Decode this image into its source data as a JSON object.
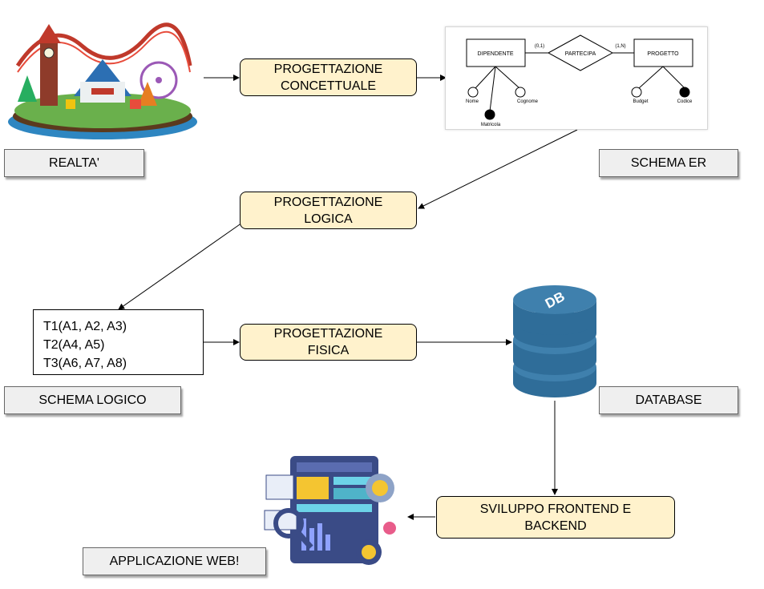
{
  "steps": {
    "conceptual": [
      "PROGETTAZIONE",
      "CONCETTUALE"
    ],
    "logical": [
      "PROGETTAZIONE",
      "LOGICA"
    ],
    "physical": [
      "PROGETTAZIONE",
      "FISICA"
    ],
    "dev": [
      "SVILUPPO FRONTEND E",
      "BACKEND"
    ]
  },
  "labels": {
    "reality": "REALTA'",
    "er_schema": "SCHEMA ER",
    "logical_schema": "SCHEMA LOGICO",
    "database": "DATABASE",
    "web_app": "APPLICAZIONE WEB!"
  },
  "logical_tables": [
    "T1(A1, A2, A3)",
    "T2(A4, A5)",
    "T3(A6, A7, A8)"
  ],
  "er": {
    "entity1": "DIPENDENTE",
    "relation": "PARTECIPA",
    "entity2": "PROGETTO",
    "card1": "(0,1)",
    "card2": "(1,N)",
    "attr_nome": "Nome",
    "attr_cognome": "Cognome",
    "attr_matricola": "Matricola",
    "attr_budget": "Budget",
    "attr_codice": "Codice"
  },
  "db_icon_text": "DB",
  "colors": {
    "step_fill": "#fff2cc",
    "label_fill": "#efefef",
    "db_blue": "#2f6d99"
  }
}
